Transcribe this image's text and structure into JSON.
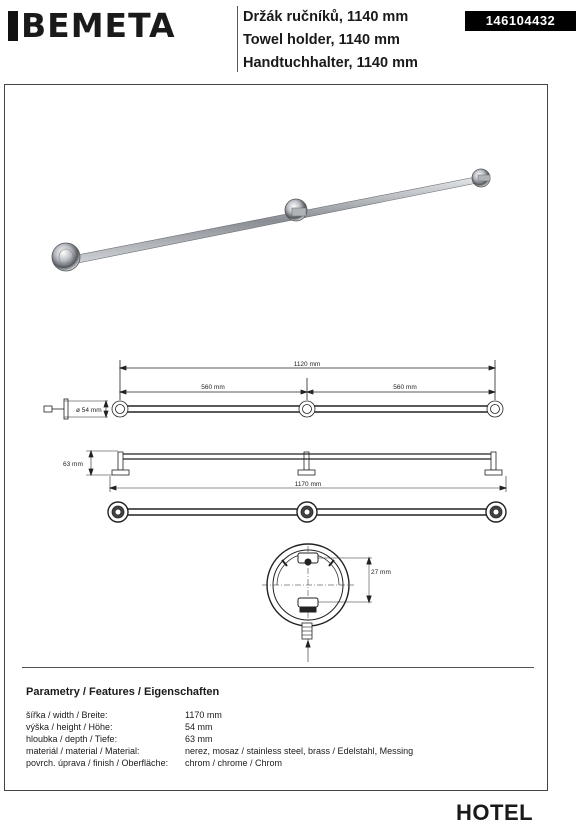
{
  "header": {
    "logo": "BEMETA",
    "title_cz": "Držák ručníků, 1140 mm",
    "title_en": "Towel holder, 1140 mm",
    "title_de": "Handtuchhalter, 1140 mm",
    "product_code": "146104432"
  },
  "drawing": {
    "dim_total_top": "1120 mm",
    "dim_left_half": "560 mm",
    "dim_right_half": "560 mm",
    "dim_diameter": "ø 54 mm",
    "dim_depth": "63 mm",
    "dim_total_bottom": "1170 mm",
    "dim_flange": "27 mm"
  },
  "parameters": {
    "heading": "Parametry / Features / Eigenschaften",
    "rows": [
      {
        "key": "šířka / width / Breite:",
        "value": "1170 mm"
      },
      {
        "key": "výška / height / Höhe:",
        "value": "54 mm"
      },
      {
        "key": "hloubka / depth / Tiefe:",
        "value": "63 mm"
      },
      {
        "key": "materiál / material / Material:",
        "value": "nerez, mosaz / stainless steel, brass / Edelstahl, Messing"
      },
      {
        "key": "povrch. úprava / finish / Oberfläche:",
        "value": "chrom / chrome / Chrom"
      }
    ]
  },
  "footer": {
    "series": "HOTEL"
  }
}
